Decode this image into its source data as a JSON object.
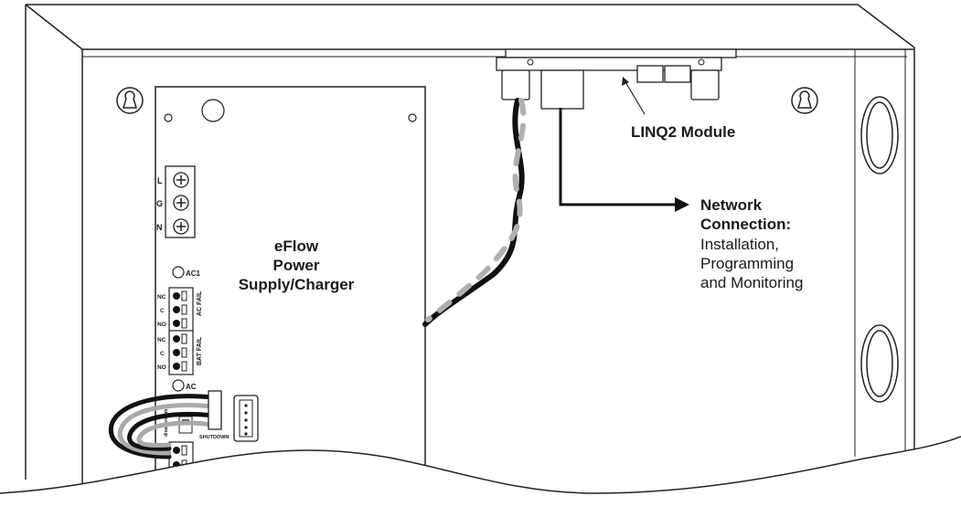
{
  "module_label": "LINQ2 Module",
  "power_supply_label": [
    "eFlow",
    "Power",
    "Supply/Charger"
  ],
  "network_title": [
    "Network",
    "Connection:"
  ],
  "network_desc": [
    "Installation,",
    "Programming",
    "and Monitoring"
  ],
  "terminal_lgn": [
    "L",
    "G",
    "N"
  ],
  "indicator_ac1": "AC1",
  "indicator_ac": "AC",
  "relay_pins": [
    "NC",
    "C",
    "NO"
  ],
  "ac_fail_label": "AC FAIL",
  "bat_fail_label": "BAT FAIL",
  "shutdown_label": "SHUTDOWN",
  "side_label": "disable/enable"
}
